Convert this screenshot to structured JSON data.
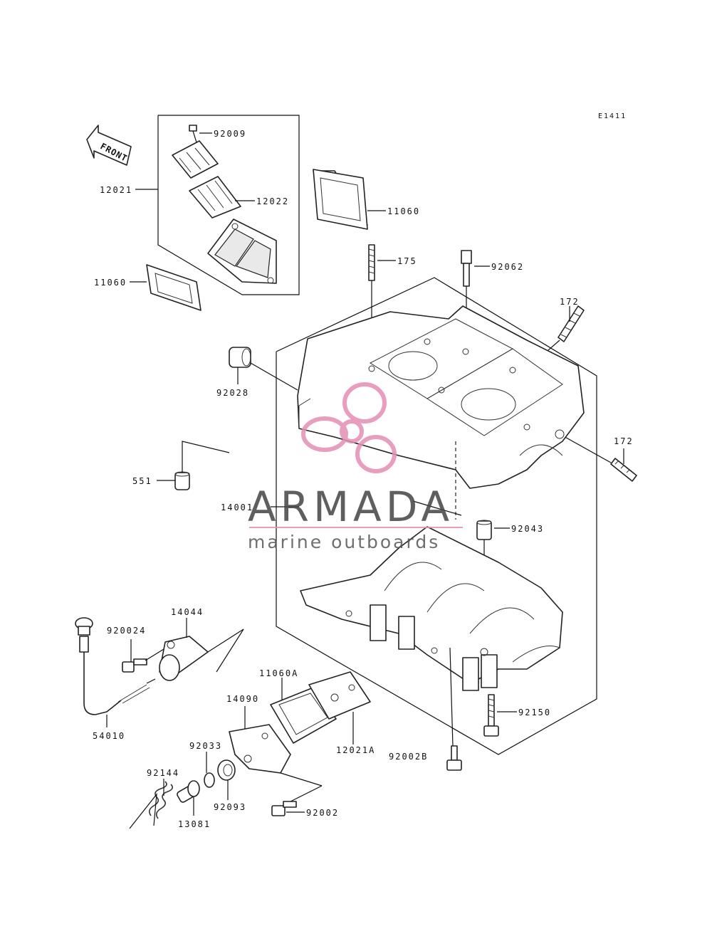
{
  "diagram_code": "E1411",
  "front_label": "FRONT",
  "watermark": {
    "brand": "ARMADA",
    "tagline": "marine outboards",
    "accent_color": "#e58fb4",
    "text_color": "#444444"
  },
  "part_labels": {
    "p92009": "92009",
    "p12022": "12022",
    "p12021": "12021",
    "p11060_top": "11060",
    "p11060_left": "11060",
    "p175": "175",
    "p92062": "92062",
    "p172_top": "172",
    "p172_right": "172",
    "p92028": "92028",
    "p551": "551",
    "p14001": "14001",
    "p92043": "92043",
    "p14044": "14044",
    "p920024": "920024",
    "p54010": "54010",
    "p11060A": "11060A",
    "p14090": "14090",
    "p12021A": "12021A",
    "p92150": "92150",
    "p92033": "92033",
    "p92144": "92144",
    "p92093": "92093",
    "p13081": "13081",
    "p92002": "92002",
    "p92002B": "92002B"
  }
}
